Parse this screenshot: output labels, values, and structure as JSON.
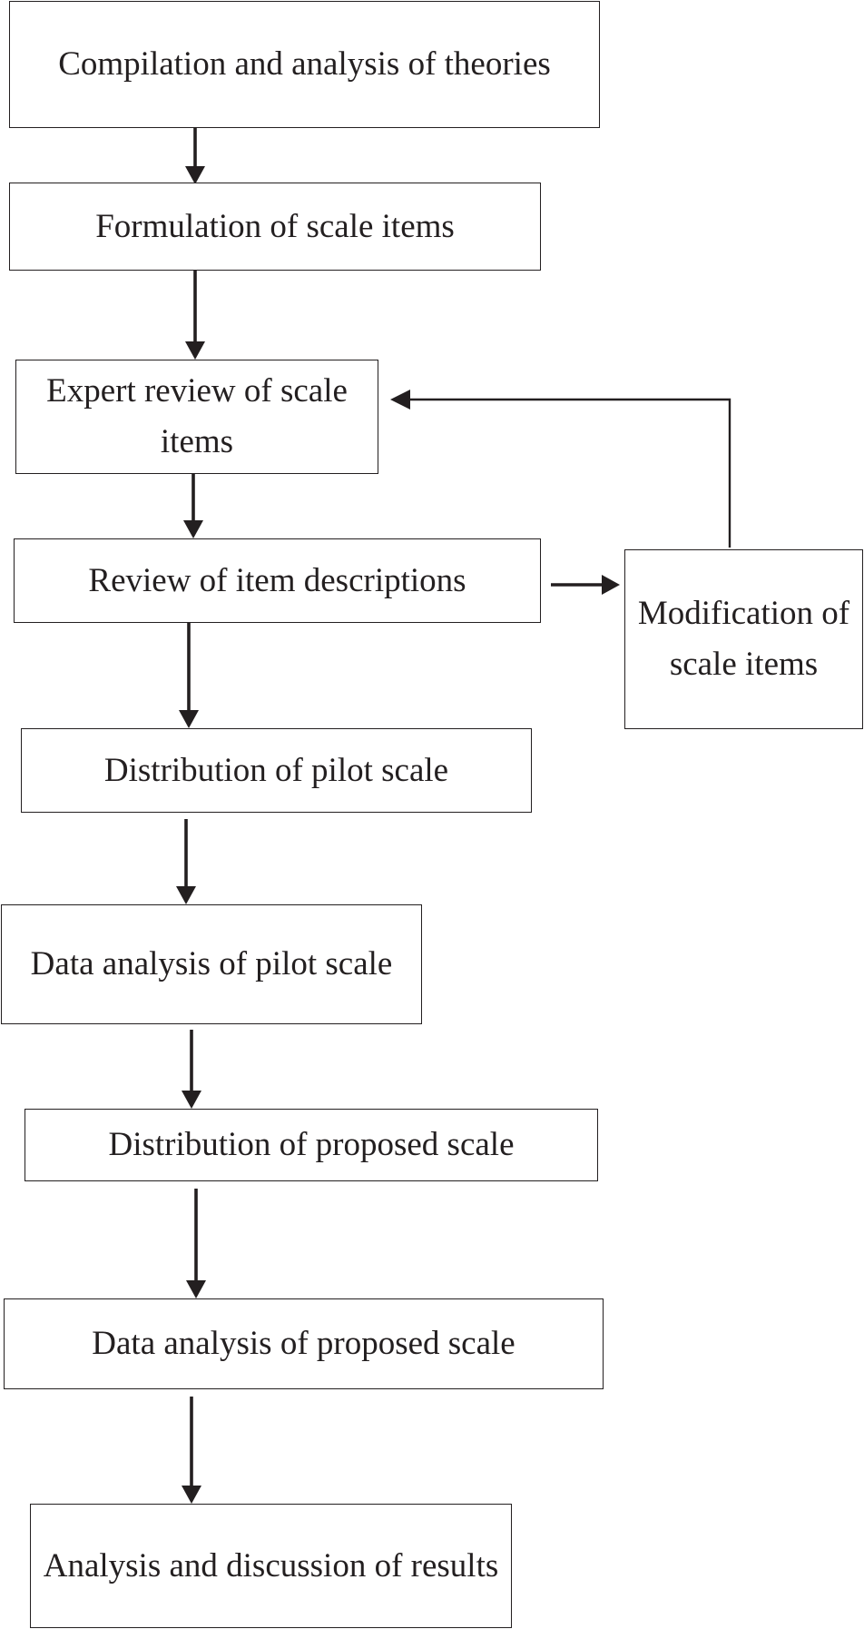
{
  "nodes": [
    {
      "id": "n1",
      "label": "Compilation and analysis of theories"
    },
    {
      "id": "n2",
      "label": "Formulation of scale items"
    },
    {
      "id": "n3",
      "label": "Expert review of scale items"
    },
    {
      "id": "n4",
      "label": "Review of item descriptions"
    },
    {
      "id": "n5",
      "label": "Modification of scale items"
    },
    {
      "id": "n6",
      "label": "Distribution of pilot scale"
    },
    {
      "id": "n7",
      "label": "Data analysis of pilot scale"
    },
    {
      "id": "n8",
      "label": "Distribution of proposed scale"
    },
    {
      "id": "n9",
      "label": "Data analysis of proposed scale"
    },
    {
      "id": "n10",
      "label": "Analysis and discussion of results"
    }
  ],
  "edges": [
    {
      "from": "n1",
      "to": "n2"
    },
    {
      "from": "n2",
      "to": "n3"
    },
    {
      "from": "n3",
      "to": "n4"
    },
    {
      "from": "n4",
      "to": "n5"
    },
    {
      "from": "n5",
      "to": "n3"
    },
    {
      "from": "n4",
      "to": "n6"
    },
    {
      "from": "n6",
      "to": "n7"
    },
    {
      "from": "n7",
      "to": "n8"
    },
    {
      "from": "n8",
      "to": "n9"
    },
    {
      "from": "n9",
      "to": "n10"
    }
  ],
  "colors": {
    "stroke": "#231f20",
    "text": "#231f20",
    "background": "#ffffff"
  }
}
